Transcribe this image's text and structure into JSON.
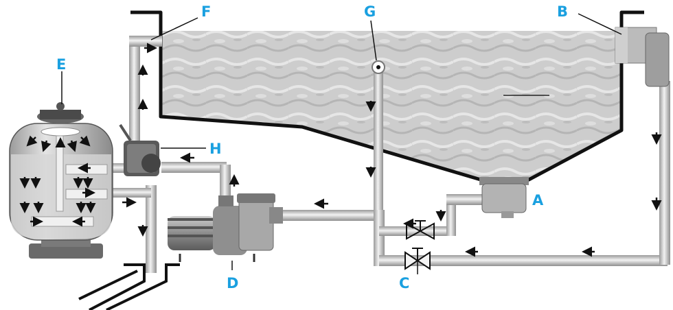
{
  "diagram": {
    "accent_color": "#1aa0e0",
    "labels": {
      "A": "A",
      "B": "B",
      "C": "C",
      "D": "D",
      "E": "E",
      "F": "F",
      "G": "G",
      "H": "H"
    },
    "components": [
      {
        "key": "sand-filter",
        "icon": "filter-tank-icon"
      },
      {
        "key": "multiport-valve",
        "icon": "valve-icon"
      },
      {
        "key": "pump",
        "icon": "pump-icon"
      },
      {
        "key": "skimmer",
        "icon": "skimmer-icon"
      },
      {
        "key": "main-drain",
        "icon": "drain-icon"
      },
      {
        "key": "control-valve",
        "icon": "valve-icon"
      },
      {
        "key": "return-inlet",
        "icon": "inlet-icon"
      },
      {
        "key": "vacuum-point",
        "icon": "vacuum-point-icon"
      }
    ]
  }
}
